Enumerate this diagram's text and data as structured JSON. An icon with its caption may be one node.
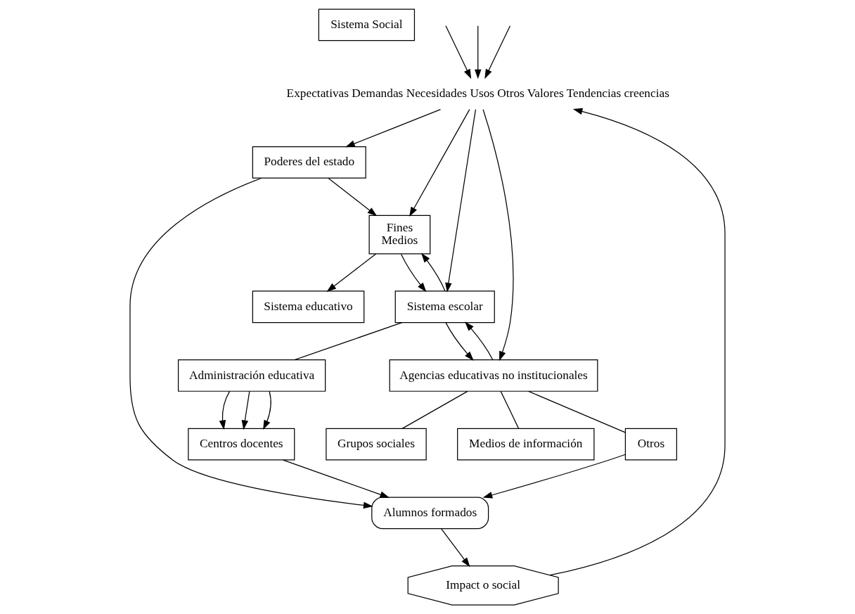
{
  "diagram": {
    "nodes": [
      {
        "text": [
          "Sistema Social"
        ]
      },
      {
        "text": [
          "Expectativas Demandas Necesidades Usos Otros Valores Tendencias creencias"
        ]
      },
      {
        "text": [
          "Fines",
          "Medios"
        ]
      },
      {
        "text": [
          "Sistema educativo"
        ]
      },
      {
        "text": [
          "Poderes del estado"
        ]
      },
      {
        "text": [
          "Agencias educativas no institucionales"
        ]
      },
      {
        "text": [
          "Sistema escolar"
        ]
      },
      {
        "text": [
          "Grupos sociales"
        ]
      },
      {
        "text": [
          "Administración educativa"
        ]
      },
      {
        "text": [
          "Medios de información"
        ]
      },
      {
        "text": [
          "Centros docentes"
        ]
      },
      {
        "text": [
          "Alumnos formados"
        ]
      },
      {
        "text": [
          "Impact o social"
        ]
      },
      {
        "text": [
          "Otros"
        ]
      }
    ],
    "edges": [
      {
        "from": null,
        "to": 1,
        "arrow": "to"
      },
      {
        "from": null,
        "to": 1,
        "arrow": "to"
      },
      {
        "from": null,
        "to": 1,
        "arrow": "to"
      },
      {
        "from": 1,
        "to": 2,
        "arrow": "to"
      },
      {
        "from": 2,
        "to": 3,
        "arrow": "to"
      },
      {
        "from": 1,
        "to": 4,
        "arrow": "to"
      },
      {
        "from": 4,
        "to": 2,
        "arrow": "to"
      },
      {
        "from": 1,
        "to": 5,
        "arrow": "to"
      },
      {
        "from": 1,
        "to": 6,
        "arrow": "to"
      },
      {
        "from": 6,
        "to": 2,
        "arrow": "to"
      },
      {
        "from": 2,
        "to": 6,
        "arrow": "to"
      },
      {
        "from": 6,
        "to": 5,
        "arrow": "to"
      },
      {
        "from": 5,
        "to": 6,
        "arrow": "to"
      },
      {
        "from": 4,
        "to": 11,
        "arrow": "to"
      },
      {
        "from": 6,
        "to": 8,
        "arrow": "none"
      },
      {
        "from": 8,
        "to": 10,
        "arrow": "to"
      },
      {
        "from": 8,
        "to": 10,
        "arrow": "to"
      },
      {
        "from": 8,
        "to": 10,
        "arrow": "to"
      },
      {
        "from": 10,
        "to": 11,
        "arrow": "to"
      },
      {
        "from": 11,
        "to": 12,
        "arrow": "to"
      },
      {
        "from": 12,
        "to": 1,
        "arrow": "to"
      },
      {
        "from": 5,
        "to": 7,
        "arrow": "none"
      },
      {
        "from": 5,
        "to": 9,
        "arrow": "none"
      },
      {
        "from": 5,
        "to": 13,
        "arrow": "none"
      },
      {
        "from": 13,
        "to": 11,
        "arrow": "to"
      }
    ]
  }
}
